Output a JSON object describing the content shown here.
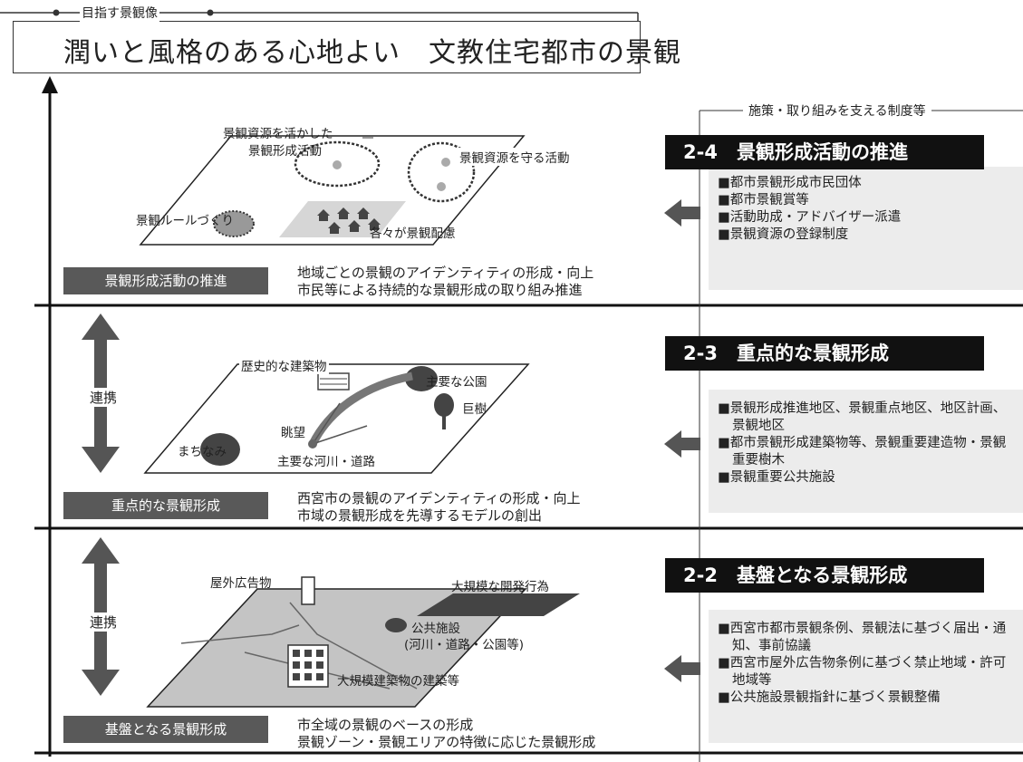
{
  "goal": {
    "label": "目指す景観像",
    "title": "潤いと風格のある心地よい　文教住宅都市の景観"
  },
  "support_label": "施策・取り組みを支える制度等",
  "link_label": "連携",
  "sections": [
    {
      "name": "景観形成活動の推進",
      "desc": [
        "地域ごとの景観のアイデンティティの形成・向上",
        "市民等による持続的な景観形成の取り組み推進"
      ],
      "heading": "2-4　景観形成活動の推進",
      "items": [
        "■都市景観形成市民団体",
        "■都市景観賞等",
        "■活動助成・アドバイザー派遣",
        "■景観資源の登録制度"
      ],
      "labels": {
        "a": "景観資源を活かした",
        "b": "景観形成活動",
        "c": "景観資源を守る活動",
        "d": "景観ルールづくり",
        "e": "各々が景観配慮"
      }
    },
    {
      "name": "重点的な景観形成",
      "desc": [
        "西宮市の景観のアイデンティティの形成・向上",
        "市域の景観形成を先導するモデルの創出"
      ],
      "heading": "2-3　重点的な景観形成",
      "items": [
        "■景観形成推進地区、景観重点地区、地区計画、景観地区",
        "■都市景観形成建築物等、景観重要建造物・景観重要樹木",
        "■景観重要公共施設"
      ],
      "labels": {
        "a": "歴史的な建築物",
        "b": "主要な公園",
        "c": "巨樹",
        "d": "眺望",
        "e": "まちなみ",
        "f": "主要な河川・道路"
      }
    },
    {
      "name": "基盤となる景観形成",
      "desc": [
        "市全域の景観のベースの形成",
        "景観ゾーン・景観エリアの特徴に応じた景観形成"
      ],
      "heading": "2-2　基盤となる景観形成",
      "items": [
        "■西宮市都市景観条例、景観法に基づく届出・通知、事前協議",
        "■西宮市屋外広告物条例に基づく禁止地域・許可地域等",
        "■公共施設景観指針に基づく景観整備"
      ],
      "labels": {
        "a": "屋外広告物",
        "b": "大規模な開発行為",
        "c": "公共施設",
        "d": "(河川・道路・公園等)",
        "e": "大規模建築物の建築等"
      }
    }
  ]
}
